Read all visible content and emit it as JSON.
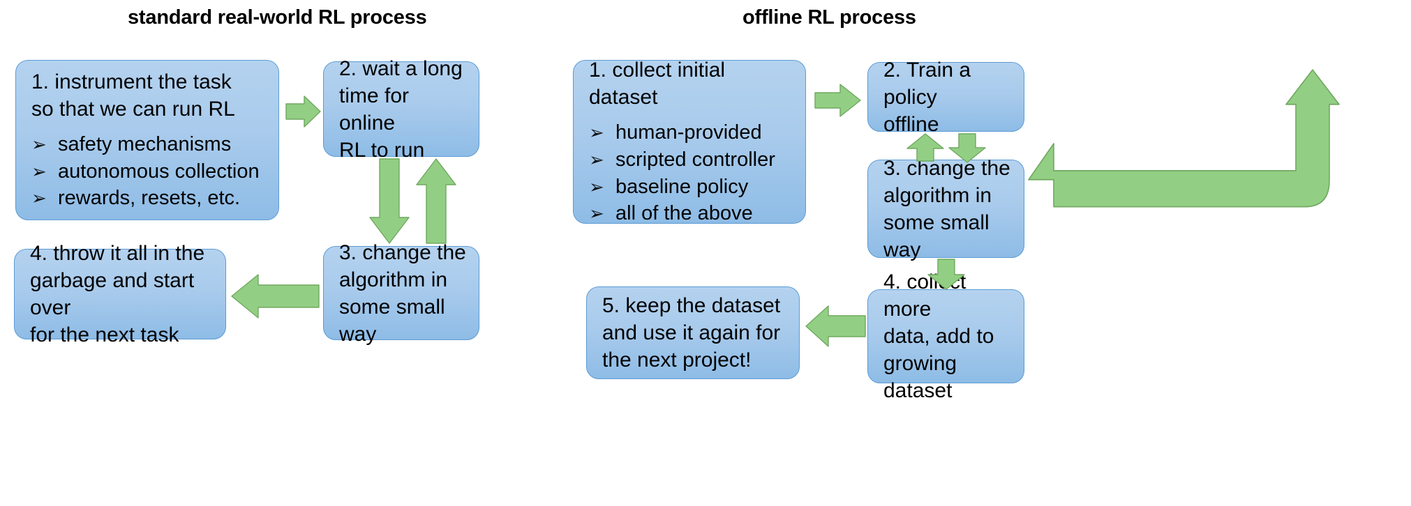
{
  "panels": [
    {
      "id": "standard",
      "title": "standard real-world RL process",
      "nodes": [
        {
          "name": "node-standard-1",
          "title": "1. instrument the task\nso that we can run RL",
          "bullets": [
            "safety mechanisms",
            "autonomous collection",
            "rewards, resets, etc."
          ]
        },
        {
          "name": "node-standard-2",
          "title": "2. wait a long\ntime for online\nRL to run",
          "bullets": []
        },
        {
          "name": "node-standard-3",
          "title": "3. change the\nalgorithm in\nsome small way",
          "bullets": []
        },
        {
          "name": "node-standard-4",
          "title": "4. throw it all in the\ngarbage and start over\nfor the next task",
          "bullets": []
        }
      ]
    },
    {
      "id": "offline",
      "title": "offline RL process",
      "nodes": [
        {
          "name": "node-offline-1",
          "title": "1. collect initial dataset",
          "bullets": [
            "human-provided",
            "scripted controller",
            "baseline policy",
            "all of the above"
          ]
        },
        {
          "name": "node-offline-2",
          "title": "2. Train a policy\noffline",
          "bullets": []
        },
        {
          "name": "node-offline-3",
          "title": "3. change the\nalgorithm in\nsome small way",
          "bullets": []
        },
        {
          "name": "node-offline-4",
          "title": "4. collect more\ndata, add to\ngrowing dataset",
          "bullets": []
        },
        {
          "name": "node-offline-5",
          "title": "5. keep the dataset\nand use it again for\nthe next project!",
          "bullets": []
        }
      ]
    }
  ],
  "bullet_glyph": "➢",
  "colors": {
    "node_fill_top": "#b4d2ef",
    "node_fill_bottom": "#8ebce6",
    "node_border": "#5b9bd5",
    "arrow_fill": "#92cf84",
    "arrow_border": "#6fa85f",
    "text": "#000000",
    "background": "#ffffff"
  },
  "arrows": [
    {
      "name": "arrow-standard-1-to-2",
      "direction": "right"
    },
    {
      "name": "arrow-standard-2-to-3",
      "direction": "down"
    },
    {
      "name": "arrow-standard-3-to-2",
      "direction": "up"
    },
    {
      "name": "arrow-standard-3-to-4",
      "direction": "left"
    },
    {
      "name": "arrow-offline-1-to-2",
      "direction": "right"
    },
    {
      "name": "arrow-offline-3-to-2",
      "direction": "up"
    },
    {
      "name": "arrow-offline-2-to-3",
      "direction": "down"
    },
    {
      "name": "arrow-offline-3-to-4",
      "direction": "down"
    },
    {
      "name": "arrow-offline-4-to-5",
      "direction": "left"
    },
    {
      "name": "arrow-offline-4-to-2-loop",
      "direction": "loop-left"
    }
  ]
}
